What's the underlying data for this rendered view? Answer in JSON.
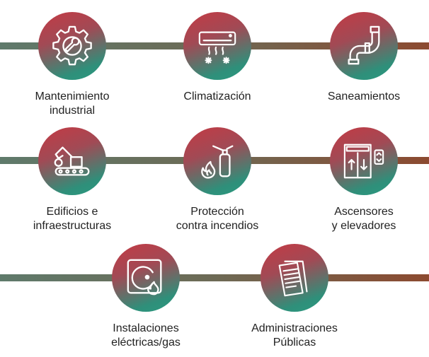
{
  "colors": {
    "accent_red": "#c43a44",
    "accent_teal": "#2f8f7a",
    "text": "#222222",
    "line_left": "#5f7a6b",
    "line_right": "#8c4a30"
  },
  "services": [
    {
      "label": "Mantenimiento\nindustrial",
      "icon": "gear-wrench-icon"
    },
    {
      "label": "Climatización",
      "icon": "air-conditioner-icon"
    },
    {
      "label": "Saneamientos",
      "icon": "pipe-icon"
    },
    {
      "label": "Edificios e\ninfraestructuras",
      "icon": "excavator-icon"
    },
    {
      "label": "Protección\ncontra incendios",
      "icon": "fire-extinguisher-icon"
    },
    {
      "label": "Ascensores\ny elevadores",
      "icon": "elevator-icon"
    },
    {
      "label": "Instalaciones\neléctricas/gas",
      "icon": "gas-meter-icon"
    },
    {
      "label": "Administraciones\nPúblicas",
      "icon": "documents-icon"
    }
  ]
}
